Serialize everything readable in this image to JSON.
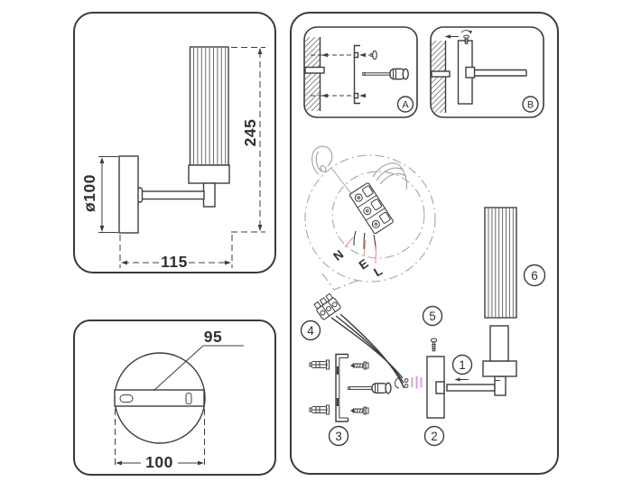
{
  "colors": {
    "line": "#3d3d3d",
    "light_line": "#a6a6a6",
    "accent_pink": "#d9a0da",
    "leader_red": "#f0908d"
  },
  "side_view_panel": {
    "diameter_dim": "ø100",
    "height_dim": "245",
    "depth_dim": "115"
  },
  "back_view_panel": {
    "bracket_width_dim": "95",
    "base_width_dim": "100"
  },
  "assembly_panel": {
    "steps": [
      {
        "label": "A"
      },
      {
        "label": "B"
      }
    ],
    "wire_labels": [
      {
        "letter": "N"
      },
      {
        "letter": "E"
      },
      {
        "letter": "L"
      }
    ],
    "part_numbers": [
      {
        "num": "1"
      },
      {
        "num": "2"
      },
      {
        "num": "3"
      },
      {
        "num": "4"
      },
      {
        "num": "5"
      },
      {
        "num": "6"
      }
    ]
  }
}
